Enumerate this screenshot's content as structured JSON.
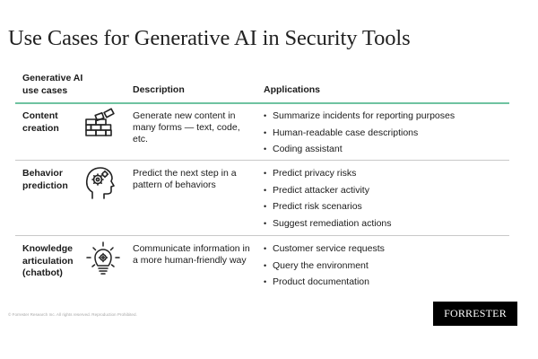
{
  "title": "Use Cases for Generative AI in Security Tools",
  "table": {
    "headers": {
      "use_case_line1": "Generative AI",
      "use_case_line2": "use cases",
      "description": "Description",
      "applications": "Applications"
    },
    "rows": [
      {
        "use_case_lines": [
          "Content",
          "creation"
        ],
        "icon": "brick-wall-icon",
        "description": "Generate new content in many forms — text, code, etc.",
        "applications": [
          "Summarize incidents for reporting purposes",
          "Human-readable case descriptions",
          "Coding assistant"
        ]
      },
      {
        "use_case_lines": [
          "Behavior",
          "prediction"
        ],
        "icon": "head-with-gears-icon",
        "description": "Predict the next step in a pattern of behaviors",
        "applications": [
          "Predict privacy risks",
          "Predict attacker activity",
          "Predict risk scenarios",
          "Suggest remediation actions"
        ]
      },
      {
        "use_case_lines": [
          "Knowledge",
          "articulation",
          "(chatbot)"
        ],
        "icon": "lightbulb-idea-icon",
        "description": "Communicate information in a more human-friendly way",
        "applications": [
          "Customer service requests",
          "Query the environment",
          "Product documentation"
        ]
      }
    ]
  },
  "footer": {
    "copyright": "© Forrester Research Inc. All rights reserved. Reproduction Prohibited."
  },
  "logo": {
    "text": "FORRESTER",
    "background": "#000000",
    "color": "#ffffff"
  },
  "colors": {
    "header_rule": "#6fc3a1",
    "row_rule": "#c9c9c9"
  }
}
